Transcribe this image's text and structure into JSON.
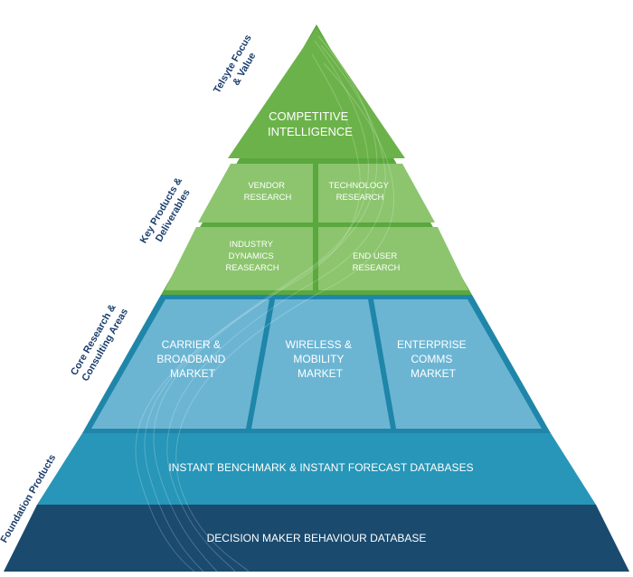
{
  "side_labels": {
    "focus": [
      "Telsyte Focus",
      "& Value"
    ],
    "products": [
      "Key Products &",
      "Deliverables"
    ],
    "core": [
      "Core Research &",
      "Consulting Areas"
    ],
    "foundation": [
      "Foundation Products"
    ]
  },
  "tiers": {
    "apex": [
      "COMPETITIVE",
      "INTELLIGENCE"
    ],
    "vendor": [
      "VENDOR",
      "RESEARCH"
    ],
    "technology": [
      "TECHNOLOGY",
      "RESEARCH"
    ],
    "industry": [
      "INDUSTRY",
      "DYNAMICS",
      "REASEARCH"
    ],
    "enduser": [
      "END USER",
      "RESEARCH"
    ],
    "carrier": [
      "CARRIER &",
      "BROADBAND",
      "MARKET"
    ],
    "wireless": [
      "WIRELESS &",
      "MOBILITY",
      "MARKET"
    ],
    "enterprise": [
      "ENTERPRISE",
      "COMMS",
      "MARKET"
    ],
    "instant": "INSTANT BENCHMARK & INSTANT FORECAST DATABASES",
    "decision": "DECISION MAKER BEHAVIOUR DATABASE"
  },
  "colors": {
    "green_light": "#8cc56e",
    "green_apex": "#6cb24a",
    "green_border": "#5aa83e",
    "blue_light": "#6bb5d3",
    "blue_mid": "#2796b8",
    "blue_border": "#1f86a9",
    "navy": "#1a4a6e",
    "side_text": "#1c3f6e"
  }
}
